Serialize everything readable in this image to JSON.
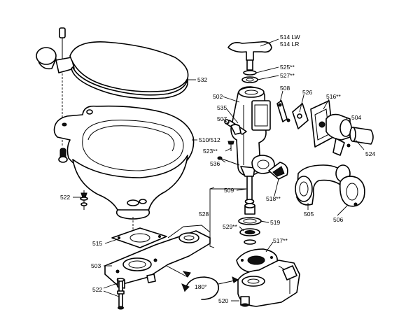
{
  "labels": {
    "p514": "514 LW",
    "p514b": "514 LR",
    "p525": "525**",
    "p527": "527**",
    "p532": "532",
    "p502": "502",
    "p508": "508",
    "p526": "526",
    "p516": "516**",
    "p535": "535",
    "p504": "504",
    "p507": "507",
    "p510": "510/512",
    "p523": "523**",
    "p524": "524",
    "p536": "536",
    "p522a": "522",
    "p509": "509",
    "p518": "518**",
    "p505": "505",
    "p506": "506",
    "p528": "528",
    "p519": "519",
    "p529": "529**",
    "p515": "515",
    "p517": "517**",
    "p503": "503",
    "p522b": "522",
    "p180": "180°",
    "p520": "520"
  },
  "colors": {
    "ink": "#000000",
    "paper": "#ffffff"
  }
}
